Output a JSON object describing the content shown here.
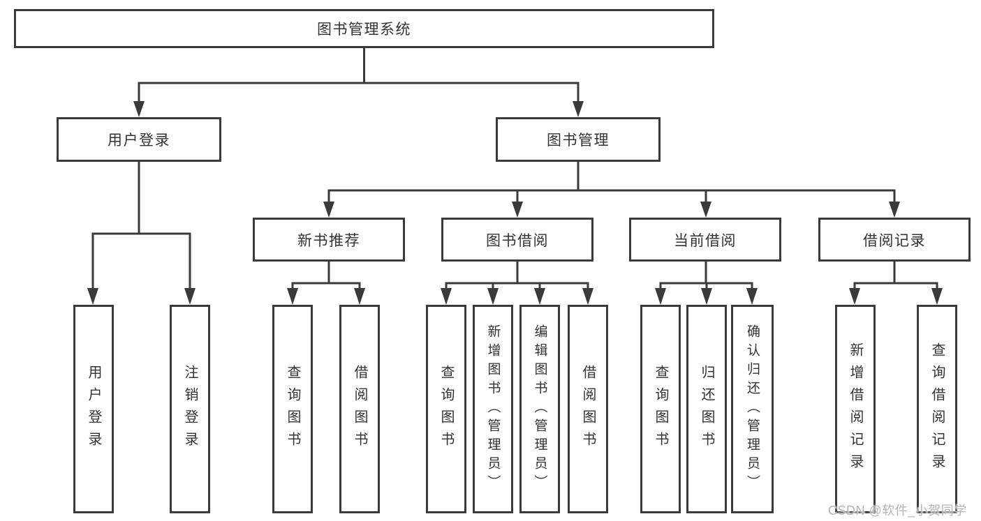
{
  "colors": {
    "line": "#3a3a3a",
    "box_border": "#3a3a3a",
    "text": "#333333",
    "background": "#ffffff",
    "watermark": "#b5b5b5"
  },
  "diagram": {
    "root": {
      "label": "图书管理系统"
    },
    "level2": [
      {
        "label": "用户登录"
      },
      {
        "label": "图书管理"
      }
    ],
    "level3": [
      {
        "label": "新书推荐",
        "parent": "图书管理"
      },
      {
        "label": "图书借阅",
        "parent": "图书管理"
      },
      {
        "label": "当前借阅",
        "parent": "图书管理"
      },
      {
        "label": "借阅记录",
        "parent": "图书管理"
      }
    ],
    "leaves": [
      {
        "label": "用户登录",
        "parent": "用户登录"
      },
      {
        "label": "注销登录",
        "parent": "用户登录"
      },
      {
        "label": "查询图书",
        "parent": "新书推荐"
      },
      {
        "label": "借阅图书",
        "parent": "新书推荐"
      },
      {
        "label": "查询图书",
        "parent": "图书借阅"
      },
      {
        "label": "新增图书（管理员）",
        "parent": "图书借阅"
      },
      {
        "label": "编辑图书（管理员）",
        "parent": "图书借阅"
      },
      {
        "label": "借阅图书",
        "parent": "图书借阅"
      },
      {
        "label": "查询图书",
        "parent": "当前借阅"
      },
      {
        "label": "归还图书",
        "parent": "当前借阅"
      },
      {
        "label": "确认归还（管理员）",
        "parent": "当前借阅"
      },
      {
        "label": "新增借阅记录",
        "parent": "借阅记录"
      },
      {
        "label": "查询借阅记录",
        "parent": "借阅记录"
      }
    ]
  },
  "watermark": {
    "text": "CSDN @软件_小贺同学"
  }
}
